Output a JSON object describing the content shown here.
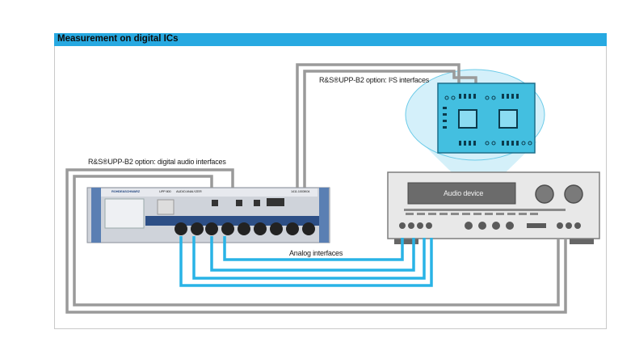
{
  "header": {
    "title": "Measurement on digital ICs"
  },
  "labels": {
    "digital_audio": "R&S®UPP-B2 option: digital audio interfaces",
    "i2s": "R&S®UPP-B2 option: I²S interfaces",
    "analog": "Analog interfaces",
    "audio_device": "Audio device"
  },
  "instrument": {
    "brand": "ROHDE&SCHWARZ",
    "model": "UPP 800",
    "name": "AUDIO ANALYZER",
    "part_no": "1411.1003K04"
  },
  "colors": {
    "title_bar": "#27a9e1",
    "analog_cable": "#29b3e6",
    "digital_cable": "#9a9a9a",
    "pcb": "#43bfe0"
  }
}
